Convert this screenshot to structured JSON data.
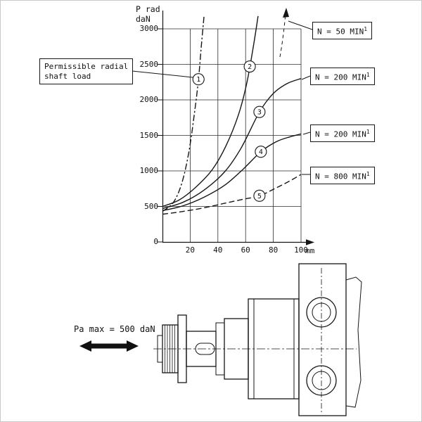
{
  "chart": {
    "ylabel_line1": "P rad",
    "ylabel_line2": "daN",
    "x_unit": "mm"
  },
  "callout": {
    "line1": "Permissible radial",
    "line2": "shaft load"
  },
  "rpm_boxes": [
    {
      "text": "N = 50 MIN",
      "sup": "1"
    },
    {
      "text": "N = 200 MIN",
      "sup": "1"
    },
    {
      "text": "N = 200 MIN",
      "sup": "1"
    },
    {
      "text": "N = 800 MIN",
      "sup": "1"
    }
  ],
  "drawing": {
    "load_label": "Pa max = 500 daN"
  },
  "chart_data": {
    "type": "line",
    "title": "",
    "ylabel": "P rad daN",
    "xlabel": "",
    "x_unit": "mm",
    "xlim": [
      0,
      100
    ],
    "ylim": [
      0,
      3000
    ],
    "x_ticks": [
      20,
      40,
      60,
      80,
      100
    ],
    "y_ticks": [
      0,
      500,
      1000,
      1500,
      2000,
      2500,
      3000
    ],
    "grid": true,
    "series": [
      {
        "id": "1",
        "name": "Permissible radial shaft load",
        "style": "dashdot",
        "marker": [
          26,
          2290
        ],
        "points": [
          [
            0,
            430
          ],
          [
            8,
            560
          ],
          [
            14,
            830
          ],
          [
            19,
            1260
          ],
          [
            23,
            1800
          ],
          [
            26,
            2290
          ],
          [
            28,
            2750
          ],
          [
            30,
            3180
          ]
        ]
      },
      {
        "id": "2",
        "name": "N = 50 MIN-1",
        "style": "solid",
        "marker": [
          63,
          2470
        ],
        "points": [
          [
            0,
            500
          ],
          [
            12,
            590
          ],
          [
            24,
            770
          ],
          [
            36,
            1020
          ],
          [
            46,
            1360
          ],
          [
            55,
            1800
          ],
          [
            61,
            2250
          ],
          [
            66,
            2800
          ],
          [
            69,
            3180
          ]
        ]
      },
      {
        "id": "3",
        "name": "N = 200 MIN-1",
        "style": "solid",
        "marker": [
          70,
          1830
        ],
        "points": [
          [
            0,
            470
          ],
          [
            15,
            560
          ],
          [
            30,
            730
          ],
          [
            45,
            990
          ],
          [
            57,
            1330
          ],
          [
            70,
            1830
          ],
          [
            80,
            2090
          ],
          [
            90,
            2230
          ],
          [
            100,
            2300
          ]
        ]
      },
      {
        "id": "4",
        "name": "N = 200 MIN-1",
        "style": "solid",
        "marker": [
          71,
          1270
        ],
        "points": [
          [
            0,
            440
          ],
          [
            15,
            510
          ],
          [
            30,
            630
          ],
          [
            45,
            800
          ],
          [
            58,
            1020
          ],
          [
            71,
            1270
          ],
          [
            82,
            1410
          ],
          [
            92,
            1480
          ],
          [
            100,
            1520
          ]
        ]
      },
      {
        "id": "5",
        "name": "N = 800 MIN-1",
        "style": "dashed",
        "marker": [
          70,
          650
        ],
        "points": [
          [
            0,
            390
          ],
          [
            15,
            430
          ],
          [
            30,
            480
          ],
          [
            45,
            545
          ],
          [
            58,
            600
          ],
          [
            70,
            650
          ],
          [
            82,
            760
          ],
          [
            92,
            860
          ],
          [
            100,
            950
          ]
        ]
      }
    ]
  }
}
